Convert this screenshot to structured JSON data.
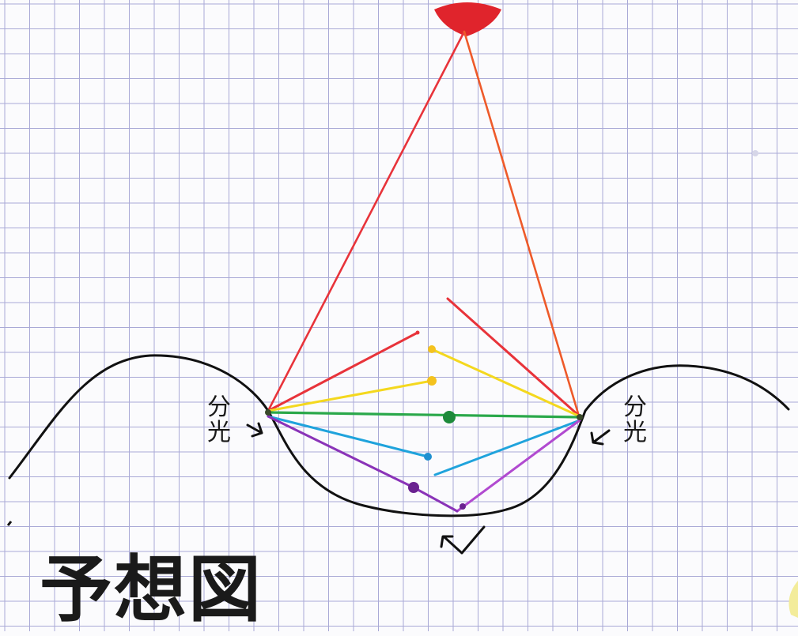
{
  "title": "予想図",
  "labels": {
    "left": [
      "分",
      "光"
    ],
    "right": [
      "分",
      "光"
    ]
  },
  "colors": {
    "paper": "#fbfbfd",
    "grid": "#a9a9d6",
    "curve": "#111111",
    "red": "#e8333a",
    "orange": "#ee5a2a",
    "yellow": "#f4d81e",
    "green": "#2aa84a",
    "blue": "#1fa3dc",
    "purple": "#8a33b8"
  }
}
